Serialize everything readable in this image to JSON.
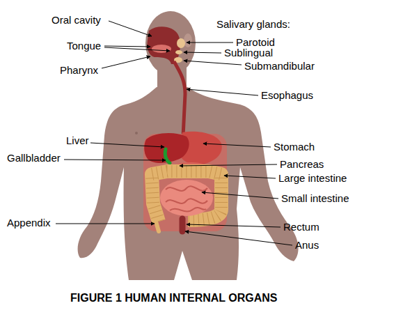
{
  "diagram": {
    "caption": "FIGURE 1 HUMAN INTERNAL ORGANS",
    "labels": [
      "Oral cavity",
      "Tongue",
      "Pharynx",
      "Salivary glands:",
      "Parotoid",
      "Sublingual",
      "Submandibular",
      "Esophagus",
      "Liver",
      "Gallbladder",
      "Stomach",
      "Pancreas",
      "Large intestine",
      "Small intestine",
      "Appendix",
      "Rectum",
      "Anus"
    ]
  }
}
